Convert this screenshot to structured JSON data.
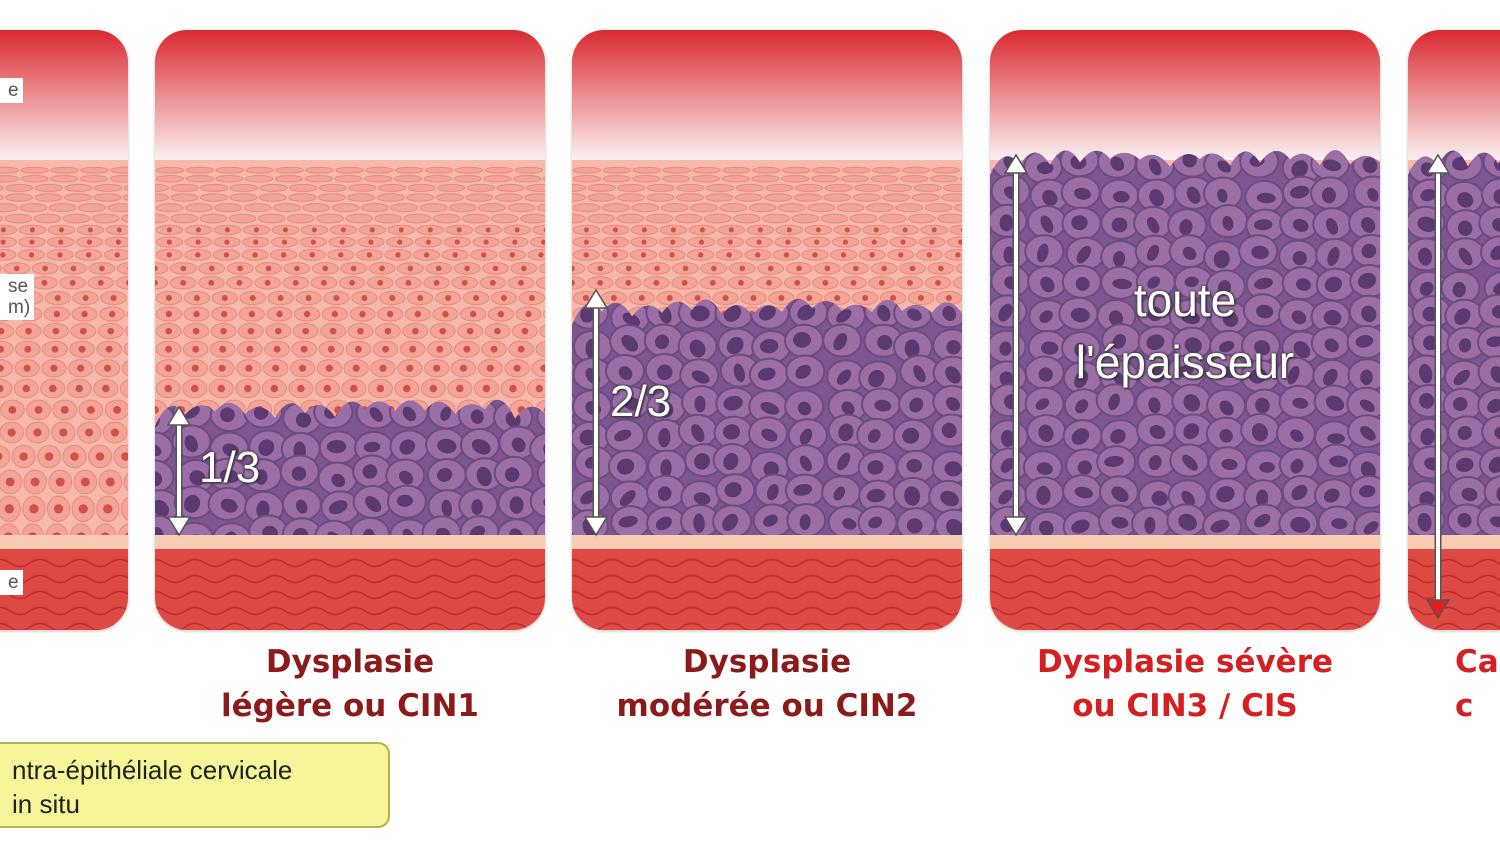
{
  "panels": [
    {
      "id": "normal",
      "side_labels": [
        "e",
        "se\nm)",
        "e"
      ],
      "caption": "",
      "caption_color": "#8b1a1a"
    },
    {
      "id": "cin1",
      "fraction": "1/3",
      "abnormal_fraction": 0.33,
      "caption": "Dysplasie\nlégère ou CIN1",
      "caption_color": "#8b1a1a"
    },
    {
      "id": "cin2",
      "fraction": "2/3",
      "abnormal_fraction": 0.6,
      "caption": "Dysplasie\nmodérée ou CIN2",
      "caption_color": "#8b1a1a"
    },
    {
      "id": "cin3",
      "fraction_line1": "toute",
      "fraction_line2": "l'épaisseur",
      "abnormal_fraction": 1.0,
      "caption": "Dysplasie sévère\nou CIN3 / CIS",
      "caption_color": "#d42020"
    },
    {
      "id": "cancer",
      "caption": "Ca\nc",
      "caption_color": "#d42020"
    }
  ],
  "legend": {
    "text": "ntra-épithéliale cervicale\nin situ"
  },
  "colors": {
    "normal_cell": "#f3a598",
    "normal_nucleus": "#d0524a",
    "abnormal_cell": "#9b6fa6",
    "abnormal_nucleus": "#5a3a70",
    "stroma": "#e04a44",
    "basement_membrane": "#f8cdb4",
    "top_gradient": "#d82a30",
    "invasion_arrow": "#e02020"
  }
}
